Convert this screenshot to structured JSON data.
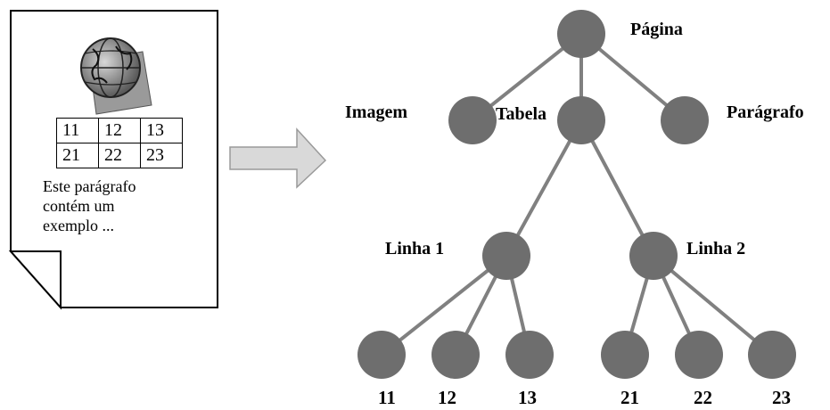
{
  "document": {
    "table": [
      [
        "11",
        "12",
        "13"
      ],
      [
        "21",
        "22",
        "23"
      ]
    ],
    "text_lines": [
      "Este parágrafo",
      "contém um",
      "exemplo ..."
    ]
  },
  "tree": {
    "root": "Página",
    "children": [
      "Imagem",
      "Tabela",
      "Parágrafo"
    ],
    "rows": [
      "Linha 1",
      "Linha 2"
    ],
    "cells": [
      "11",
      "12",
      "13",
      "21",
      "22",
      "23"
    ]
  },
  "colors": {
    "node": "#6e6e6e",
    "edge": "#808080",
    "arrow": "#d9d9d9"
  }
}
